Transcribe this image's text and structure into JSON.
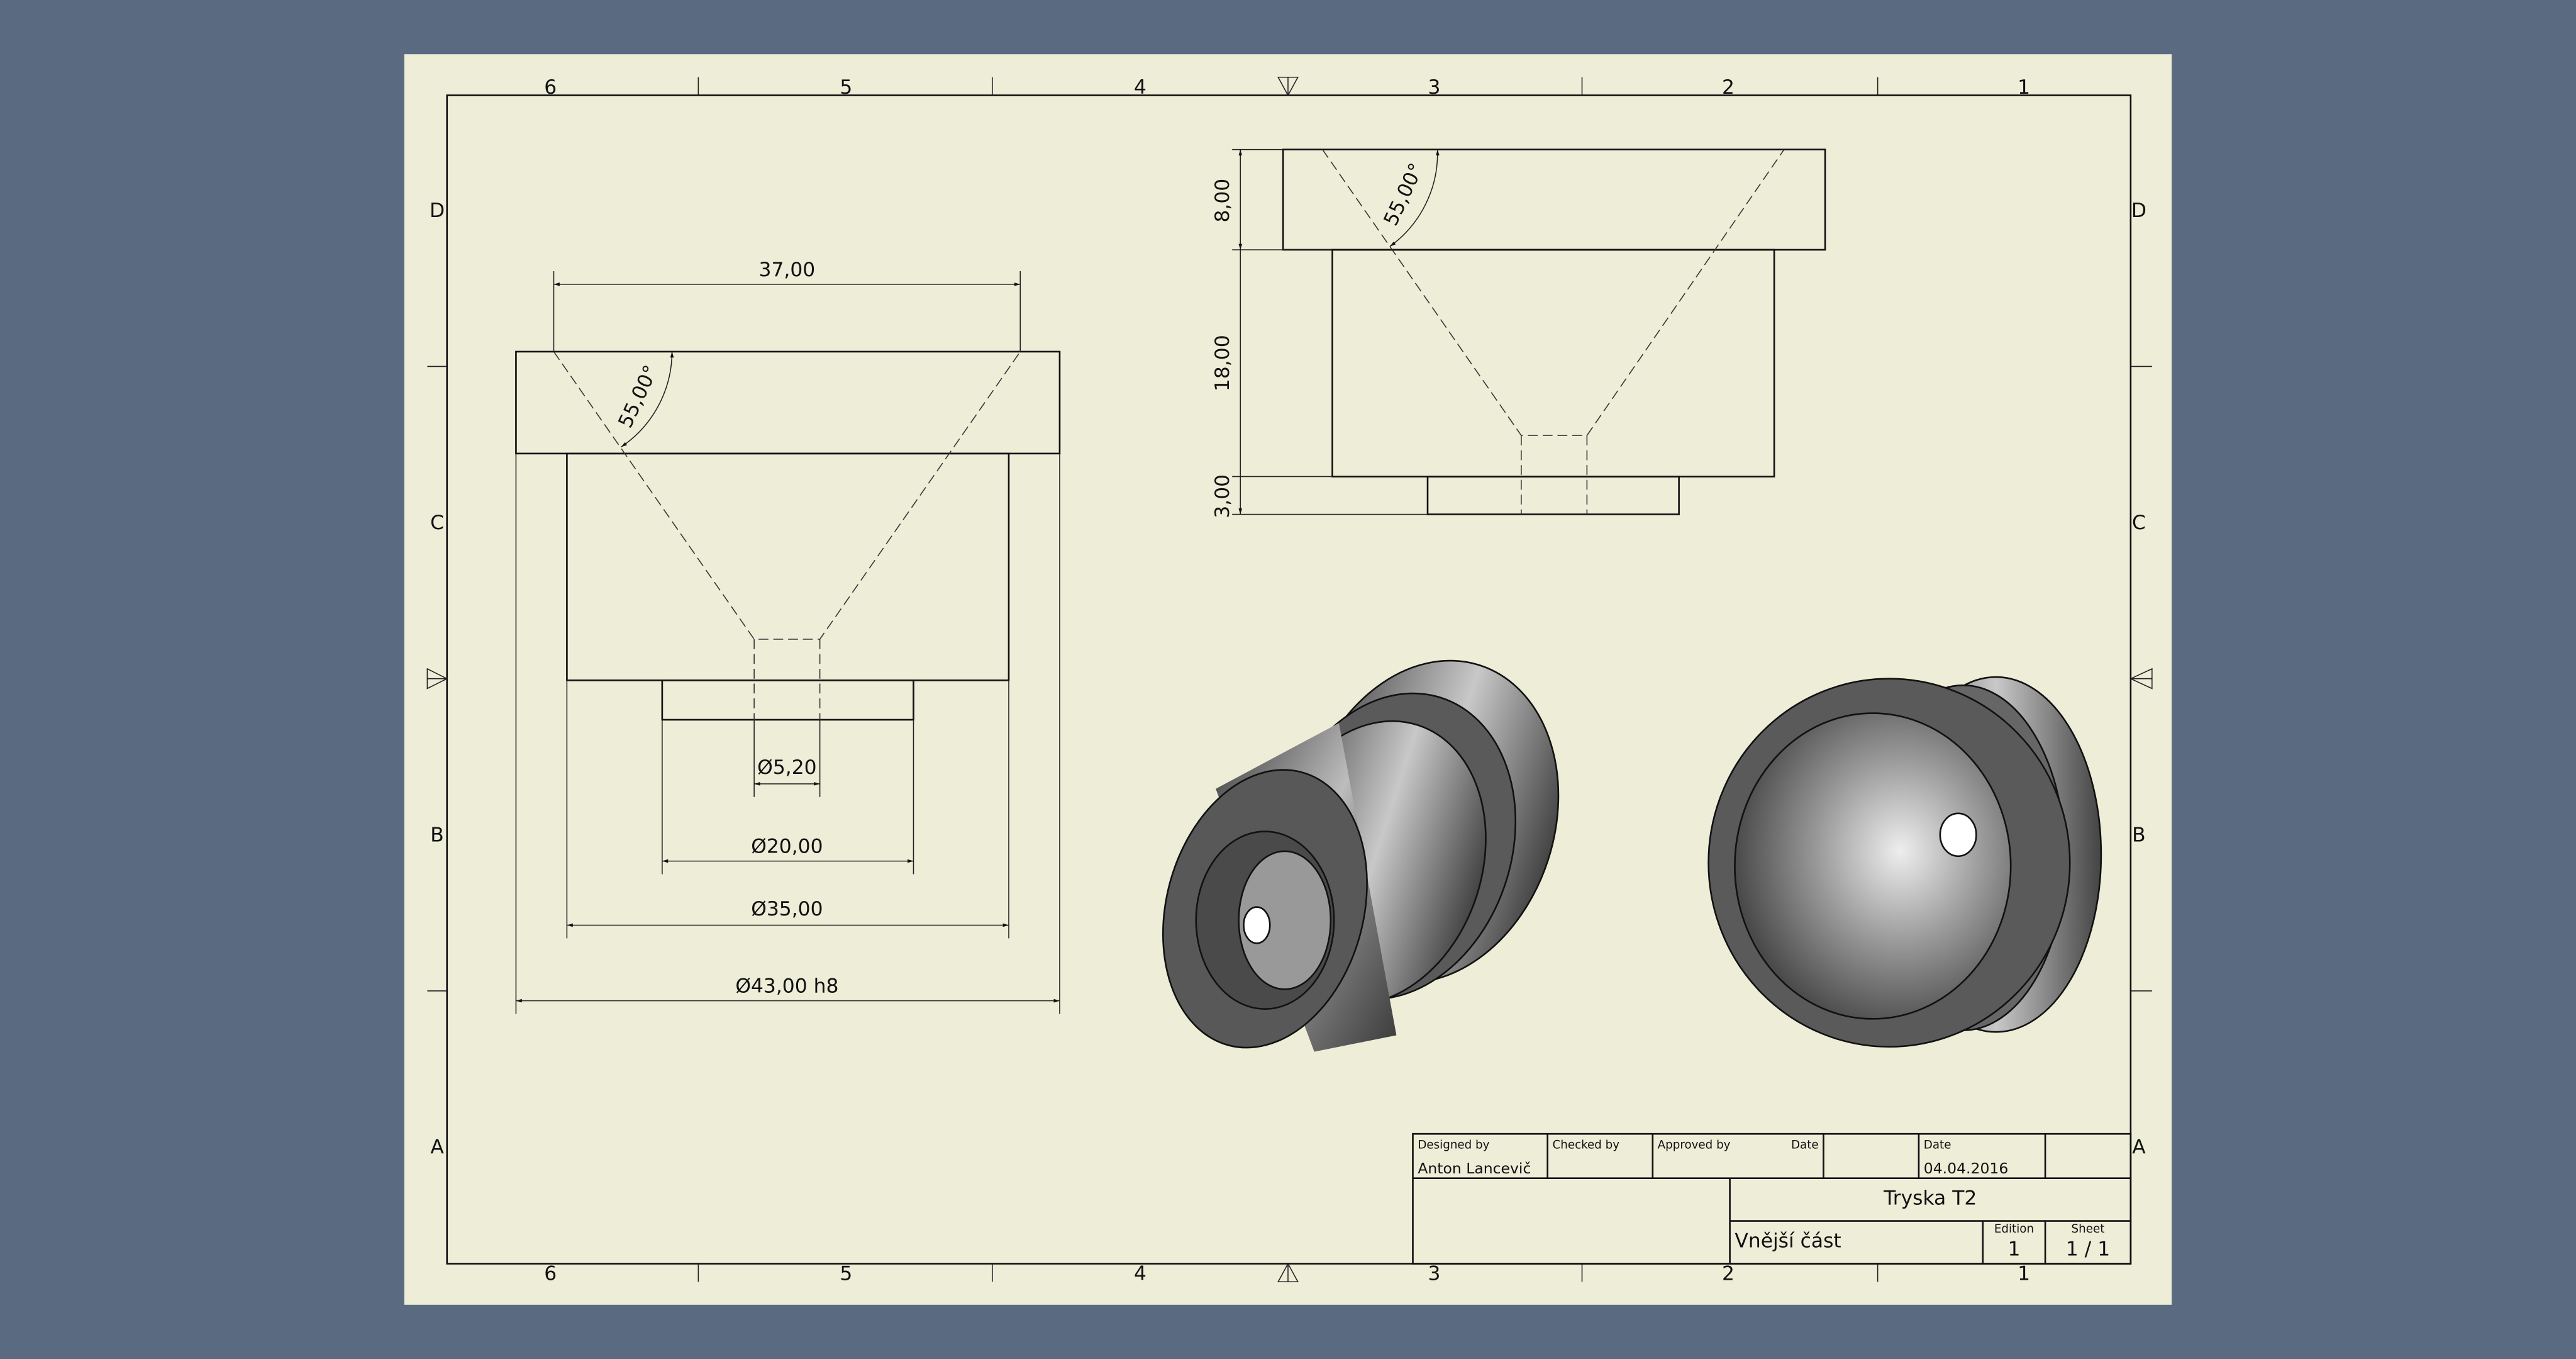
{
  "sheet": {
    "background": "#5a6a80",
    "paper": "#ededd8"
  },
  "zones": {
    "columns": [
      "6",
      "5",
      "4",
      "3",
      "2",
      "1"
    ],
    "rows": [
      "D",
      "C",
      "B",
      "A"
    ]
  },
  "front_view": {
    "width_top": "37,00",
    "angle": "55,00°",
    "d_hole": "Ø5,20",
    "d_step": "Ø20,00",
    "d_body": "Ø35,00",
    "d_flange": "Ø43,00 h8"
  },
  "side_view": {
    "angle": "55,00°",
    "h_flange": "8,00",
    "h_body": "18,00",
    "h_step": "3,00"
  },
  "title_block": {
    "designed_by_label": "Designed by",
    "designed_by": "Anton Lancevič",
    "checked_by_label": "Checked by",
    "approved_by_label": "Approved by",
    "date_label_1": "Date",
    "date_label_2": "Date",
    "date": "04.04.2016",
    "title": "Tryska T2",
    "subtitle": "Vnější část",
    "edition_label": "Edition",
    "edition": "1",
    "sheet_label": "Sheet",
    "sheet": "1 / 1"
  }
}
